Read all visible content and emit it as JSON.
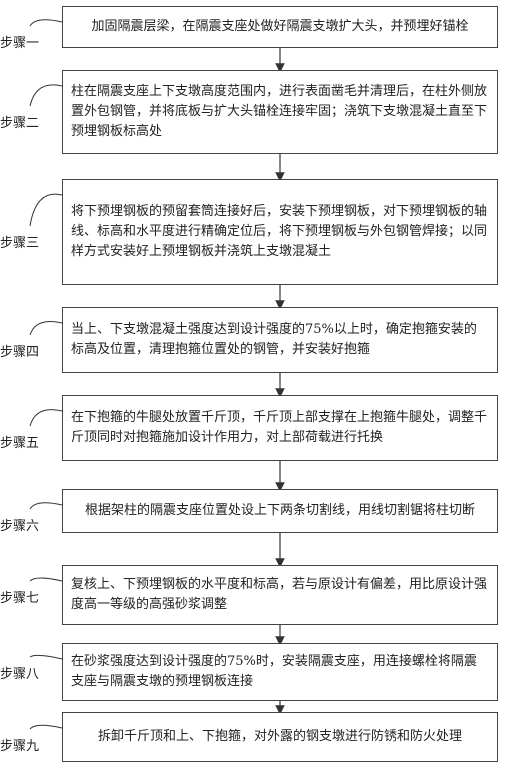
{
  "steps": [
    {
      "label": "步骤一",
      "text": "加固隔震层梁，在隔震支座处做好隔震支墩扩大头，并预埋好锚栓"
    },
    {
      "label": "步骤二",
      "text": "柱在隔震支座上下支墩高度范围内，进行表面凿毛并清理后，在柱外侧放置外包钢管，并将底板与扩大头锚栓连接牢固；浇筑下支墩混凝土直至下预埋钢板标高处"
    },
    {
      "label": "步骤三",
      "text": "将下预埋钢板的预留套筒连接好后，安装下预埋钢板，对下预埋钢板的轴线、标高和水平度进行精确定位后，将下预埋钢板与外包钢管焊接；以同样方式安装好上预埋钢板并浇筑上支墩混凝土"
    },
    {
      "label": "步骤四",
      "text": "当上、下支墩混凝土强度达到设计强度的75%以上时，确定抱箍安装的标高及位置，清理抱箍位置处的钢管，并安装好抱箍"
    },
    {
      "label": "步骤五",
      "text": "在下抱箍的牛腿处放置千斤顶，千斤顶上部支撑在上抱箍牛腿处，调整千斤顶同时对抱箍施加设计作用力，对上部荷载进行托换"
    },
    {
      "label": "步骤六",
      "text": "根据架柱的隔震支座位置处设上下两条切割线，用线切割锯将柱切断"
    },
    {
      "label": "步骤七",
      "text": "复核上、下预埋钢板的水平度和标高，若与原设计有偏差，用比原设计强度高一等级的高强砂浆调整"
    },
    {
      "label": "步骤八",
      "text": "在砂浆强度达到设计强度的75%时，安装隔震支座，用连接螺栓将隔震支座与隔震支墩的预埋钢板连接"
    },
    {
      "label": "步骤九",
      "text": "拆卸千斤顶和上、下抱箍，对外露的钢支墩进行防锈和防火处理"
    }
  ]
}
